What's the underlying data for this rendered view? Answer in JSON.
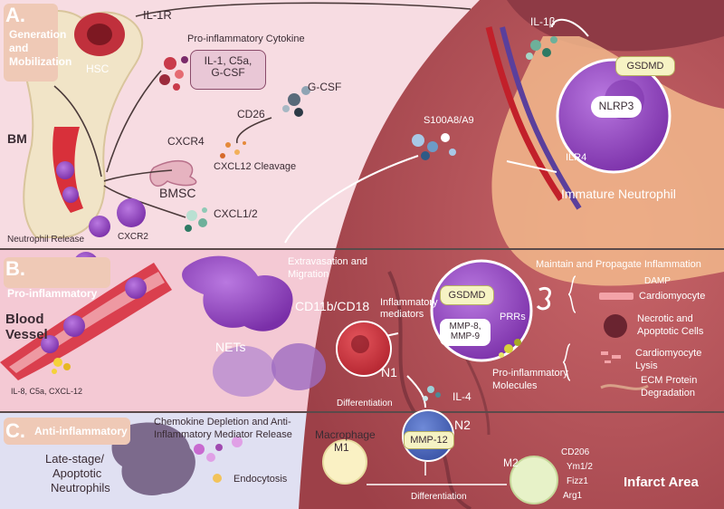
{
  "sectionA": {
    "letter": "A.",
    "title_l1": "Generation",
    "title_l2": "and",
    "title_l3": "Mobilization",
    "il1r": "IL-1R",
    "hsc": "HSC",
    "pro_cytokine": "Pro-inflammatory Cytokine",
    "cytokine_box_l1": "IL-1, C5a,",
    "cytokine_box_l2": "G-CSF",
    "gcsf": "G-CSF",
    "cd26": "CD26",
    "cxcr4": "CXCR4",
    "cxcl12_cleavage": "CXCL12 Cleavage",
    "bm": "BM",
    "bmsc": "BMSC",
    "cxcl12": "CXCL1/2",
    "cxcr2": "CXCR2",
    "neutrophil_release": "Neutrophil Release",
    "il1b": "IL-1β",
    "gsdmd": "GSDMD",
    "nlrp3": "NLRP3",
    "s100": "S100A8/A9",
    "ilr4": "ILR4",
    "immature": "Immature Neutrophil"
  },
  "sectionB": {
    "letter": "B.",
    "title": "Pro-inflammatory",
    "blood_l1": "Blood",
    "blood_l2": "Vessel",
    "il8": "IL-8, C5a, CXCL-12",
    "extrav_l1": "Extravasation and",
    "extrav_l2": "Migration",
    "cd11b": "CD11b/CD18",
    "nets": "NETs",
    "inflam_l1": "Inflammatory",
    "inflam_l2": "mediators",
    "n1": "N1",
    "gsdmd": "GSDMD",
    "mmp_l1": "MMP-8,",
    "mmp_l2": "MMP-9",
    "prrs": "PRRs",
    "maintain": "Maintain and Propagate Inflammation",
    "damp": "DAMP",
    "cardiomyocyte": "Cardiomyocyte",
    "necrotic_l1": "Necrotic and",
    "necrotic_l2": "Apoptotic Cells",
    "lysis_l1": "Cardiomyocyte",
    "lysis_l2": "Lysis",
    "ecm_l1": "ECM Protein",
    "ecm_l2": "Degradation",
    "proinf_l1": "Pro-inflammatory",
    "proinf_l2": "Molecules",
    "differentiation": "Differentiation",
    "il4": "IL-4"
  },
  "sectionC": {
    "letter": "C.",
    "title": "Anti-inflammatory",
    "chemokine_l1": "Chemokine Depletion and Anti-",
    "chemokine_l2": "Inflammatory Mediator Release",
    "late_l1": "Late-stage/",
    "late_l2": "Apoptotic",
    "late_l3": "Neutrophils",
    "endocytosis": "Endocytosis",
    "macrophage": "Macrophage",
    "m1": "M1",
    "mmp12": "MMP-12",
    "n2": "N2",
    "differentiation": "Differentiation",
    "m2": "M2",
    "cd206": "CD206",
    "ym": "Ym1/2",
    "fizz": "Fizz1",
    "arg": "Arg1",
    "infarct": "Infarct Area"
  },
  "colors": {
    "heart": "#b8545a",
    "heart_dark": "#8e3a45",
    "neutrophil": "#8e3bbf",
    "panel_a": "#f7d9df",
    "panel_c": "#dfe0f3"
  }
}
